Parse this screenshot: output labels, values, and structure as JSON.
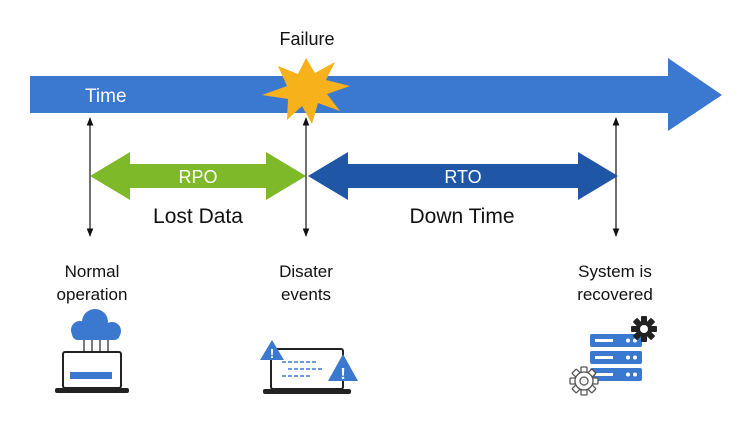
{
  "timeline": {
    "label": "Time",
    "failure_label": "Failure"
  },
  "rpo": {
    "label": "RPO",
    "caption": "Lost Data"
  },
  "rto": {
    "label": "RTO",
    "caption": "Down Time"
  },
  "markers": [
    {
      "line1": "Normal",
      "line2": "operation",
      "icon": "cloud-laptop-icon"
    },
    {
      "line1": "Disater",
      "line2": "events",
      "icon": "warning-laptop-icon"
    },
    {
      "line1": "System is",
      "line2": "recovered",
      "icon": "server-gears-icon"
    }
  ],
  "colors": {
    "time_arrow": "#3b78cf",
    "rpo_arrow": "#7db928",
    "rto_arrow": "#1f56a6",
    "burst": "#f7b11b",
    "icon_blue": "#3b78cf",
    "icon_dark": "#222222"
  }
}
